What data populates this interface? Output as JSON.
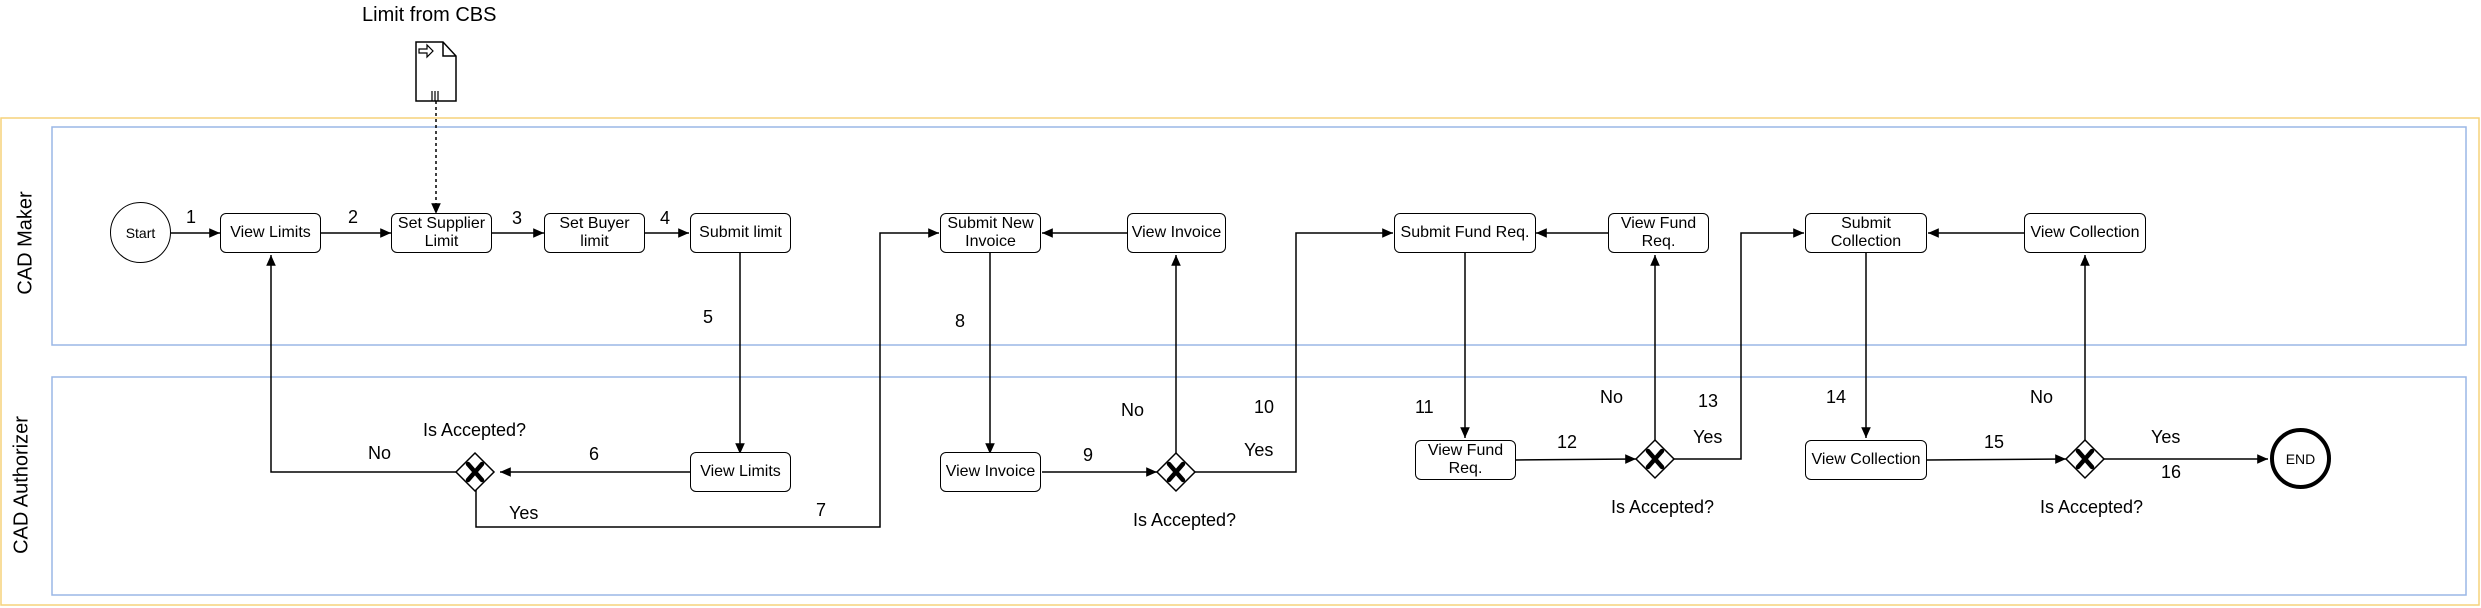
{
  "external_doc": {
    "title": "Limit from CBS"
  },
  "lanes": {
    "maker": "CAD Maker",
    "authorizer": "CAD Authorizer"
  },
  "events": {
    "start": "Start",
    "end": "END"
  },
  "maker_tasks": {
    "view_limits": "View Limits",
    "set_supplier_limit": "Set Supplier\nLimit",
    "set_buyer_limit": "Set Buyer\nlimit",
    "submit_limit": "Submit limit",
    "submit_new_invoice": "Submit New\nInvoice",
    "view_invoice": "View Invoice",
    "submit_fund_req": "Submit Fund Req.",
    "view_fund_req": "View Fund\nReq.",
    "submit_collection": "Submit\nCollection",
    "view_collection": "View Collection"
  },
  "authorizer_tasks": {
    "view_limits": "View Limits",
    "view_invoice": "View Invoice",
    "view_fund_req": "View Fund\nReq.",
    "view_collection": "View Collection"
  },
  "gateways": {
    "g1": "Is Accepted?",
    "g2": "Is Accepted?",
    "g3": "Is Accepted?",
    "g4": "Is Accepted?"
  },
  "step_numbers": [
    "1",
    "2",
    "3",
    "4",
    "5",
    "6",
    "7",
    "8",
    "9",
    "10",
    "11",
    "12",
    "13",
    "14",
    "15",
    "16"
  ],
  "branch_labels": {
    "g1_no": "No",
    "g1_yes": "Yes",
    "g2_no": "No",
    "g2_yes": "Yes",
    "g3_no": "No",
    "g3_yes": "Yes",
    "g4_no": "No",
    "g4_yes": "Yes"
  },
  "colors": {
    "pool_border": "#f5d27a",
    "lane_border": "#9ab7e6",
    "stroke": "#000000"
  }
}
